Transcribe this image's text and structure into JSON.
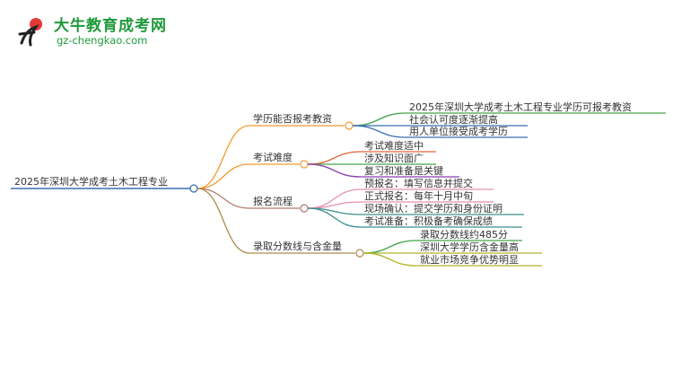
{
  "logo": {
    "title": "大牛教育成考网",
    "url": "gz-chengkao.com",
    "brand_color": "#1f9a3a",
    "accent_color": "#e53935"
  },
  "mindmap": {
    "root": "2025年深圳大学成考土木工程专业",
    "root_color": "#3a6fb0",
    "branches": [
      {
        "label": "学历能否报考教资",
        "color": "#f39a2e",
        "children": [
          {
            "label": "2025年深圳大学成考土木工程专业学历可报考教资",
            "color": "#43a34b"
          },
          {
            "label": "社会认可度逐渐提高",
            "color": "#3a6fb0"
          },
          {
            "label": "用人单位接受成考学历",
            "color": "#3a6fb0"
          }
        ]
      },
      {
        "label": "考试难度",
        "color": "#f39a2e",
        "children": [
          {
            "label": "考试难度适中",
            "color": "#e5643b"
          },
          {
            "label": "涉及知识面广",
            "color": "#43a34b"
          },
          {
            "label": "复习和准备是关键",
            "color": "#8a3fb0"
          }
        ]
      },
      {
        "label": "报名流程",
        "color": "#b07a6a",
        "children": [
          {
            "label": "预报名：填写信息并提交",
            "color": "#e58fb0"
          },
          {
            "label": "正式报名：每年十月中旬",
            "color": "#e58fb0"
          },
          {
            "label": "现场确认：提交学历和身份证明",
            "color": "#3a8f8f"
          },
          {
            "label": "考试准备：积极备考确保成绩",
            "color": "#3a8f8f"
          }
        ]
      },
      {
        "label": "录取分数线与含金量",
        "color": "#b08a4a",
        "children": [
          {
            "label": "录取分数线约485分",
            "color": "#43a34b"
          },
          {
            "label": "深圳大学学历含金量高",
            "color": "#b5b52a"
          },
          {
            "label": "就业市场竞争优势明显",
            "color": "#b5b52a"
          }
        ]
      }
    ]
  }
}
